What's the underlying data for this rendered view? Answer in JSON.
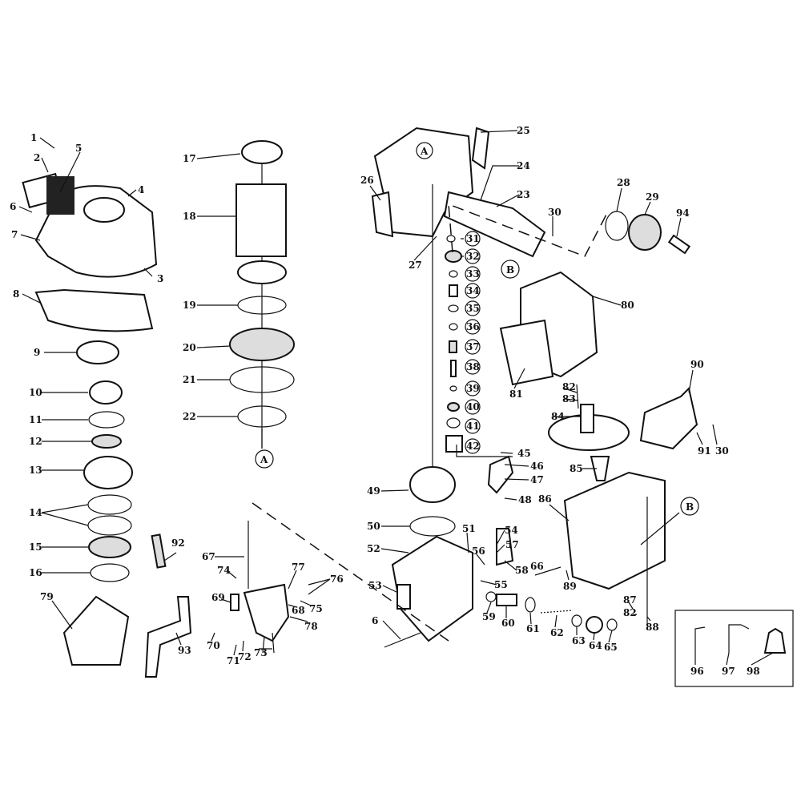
{
  "title": "Exploded parts diagram – coil nailer",
  "labels": {
    "p1": "1",
    "p2": "2",
    "p3": "3",
    "p4": "4",
    "p5": "5",
    "p6a": "6",
    "p7": "7",
    "p8": "8",
    "p9": "9",
    "p10": "10",
    "p11": "11",
    "p12": "12",
    "p13": "13",
    "p14": "14",
    "p15": "15",
    "p16": "16",
    "p79": "79",
    "p92": "92",
    "p93": "93",
    "p17": "17",
    "p18": "18",
    "p19": "19",
    "p20": "20",
    "p21": "21",
    "p22": "22",
    "pA1": "A",
    "p25": "25",
    "p24": "24",
    "p23": "23",
    "p26": "26",
    "p27": "27",
    "pA2": "A",
    "p30a": "30",
    "p28": "28",
    "p29": "29",
    "p94": "94",
    "pB1": "B",
    "p80": "80",
    "p81": "81",
    "p82a": "82",
    "p83": "83",
    "p84": "84",
    "p90": "90",
    "p91": "91",
    "p30b": "30",
    "p85": "85",
    "pB2": "B",
    "p86": "86",
    "p89": "89",
    "p66": "66",
    "p87": "87",
    "p82b": "82",
    "p88": "88",
    "p31": "31",
    "p32": "32",
    "p33": "33",
    "p34": "34",
    "p35": "35",
    "p36": "36",
    "p37": "37",
    "p38": "38",
    "p39": "39",
    "p40": "40",
    "p41": "41",
    "p42": "42",
    "p45": "45",
    "p46": "46",
    "p47": "47",
    "p48": "48",
    "p49": "49",
    "p50": "50",
    "p51": "51",
    "p52": "52",
    "p53": "53",
    "p6b": "6",
    "p54": "54",
    "p57": "57",
    "p56": "56",
    "p58": "58",
    "p55": "55",
    "p59": "59",
    "p60": "60",
    "p61": "61",
    "p62": "62",
    "p63": "63",
    "p64": "64",
    "p65": "65",
    "p67": "67",
    "p74": "74",
    "p77": "77",
    "p76": "76",
    "p69": "69",
    "p78": "78",
    "p68": "68",
    "p75": "75",
    "p70": "70",
    "p71": "71",
    "p72": "72",
    "p73": "73",
    "p96": "96",
    "p97": "97",
    "p98": "98"
  }
}
